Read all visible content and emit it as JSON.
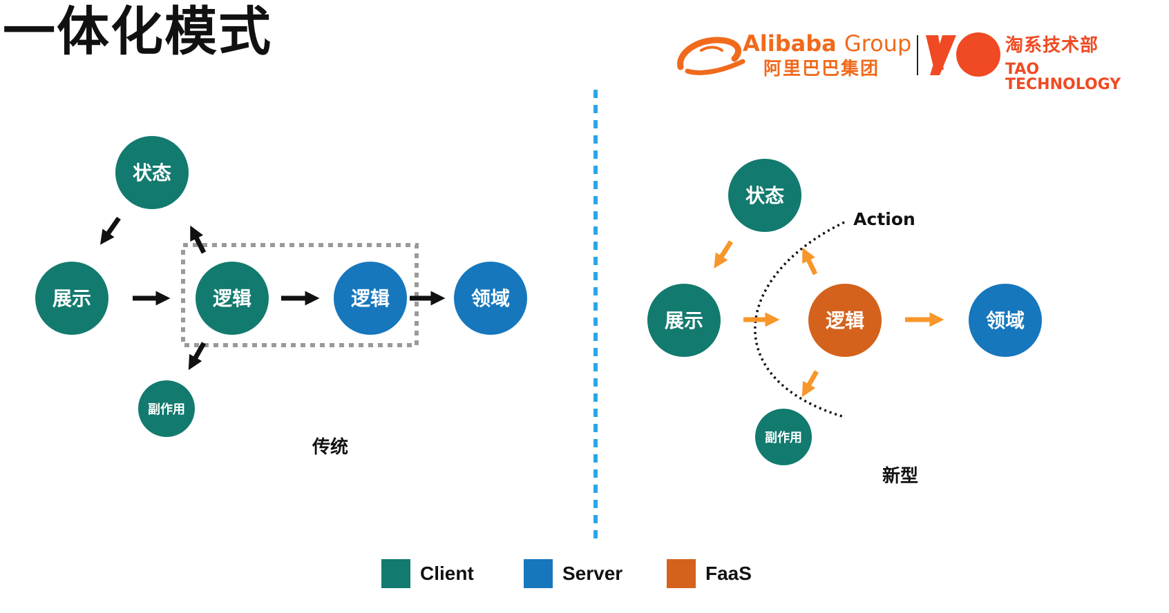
{
  "title": "一体化模式",
  "logo": {
    "alibaba_en_bold": "Alibaba",
    "alibaba_en_light": "Group",
    "alibaba_cn": "阿里巴巴集团",
    "tao_cn": "淘系技术部",
    "tao_en": "TAO TECHNOLOGY"
  },
  "colors": {
    "client": "#137a6f",
    "server": "#1677bd",
    "faas": "#d4621d",
    "arrow_new": "#f7962a",
    "divider": "#2aa6e8"
  },
  "left": {
    "caption": "传统",
    "state": "状态",
    "display": "展示",
    "logic_client": "逻辑",
    "logic_server": "逻辑",
    "domain": "领域",
    "side_effect": "副作用"
  },
  "right": {
    "caption": "新型",
    "action": "Action",
    "state": "状态",
    "display": "展示",
    "logic_faas": "逻辑",
    "domain": "领域",
    "side_effect": "副作用"
  },
  "legend": {
    "client": "Client",
    "server": "Server",
    "faas": "FaaS"
  }
}
